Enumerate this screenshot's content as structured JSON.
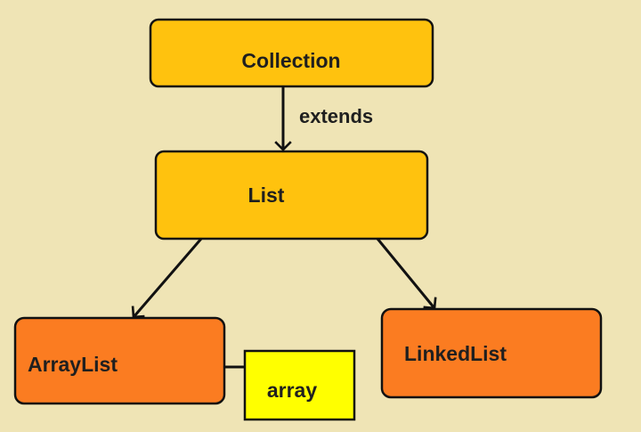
{
  "colors": {
    "background": "#efe4b5",
    "interface_fill": "#ffc20e",
    "class_fill": "#fb7c21",
    "note_fill": "#ffff00",
    "stroke": "#111111"
  },
  "nodes": {
    "collection": {
      "label": "Collection"
    },
    "list": {
      "label": "List"
    },
    "arraylist": {
      "label": "ArrayList"
    },
    "linkedlist": {
      "label": "LinkedList"
    },
    "array_note": {
      "label": "array"
    }
  },
  "edges": {
    "collection_to_list": {
      "label": "extends"
    }
  }
}
